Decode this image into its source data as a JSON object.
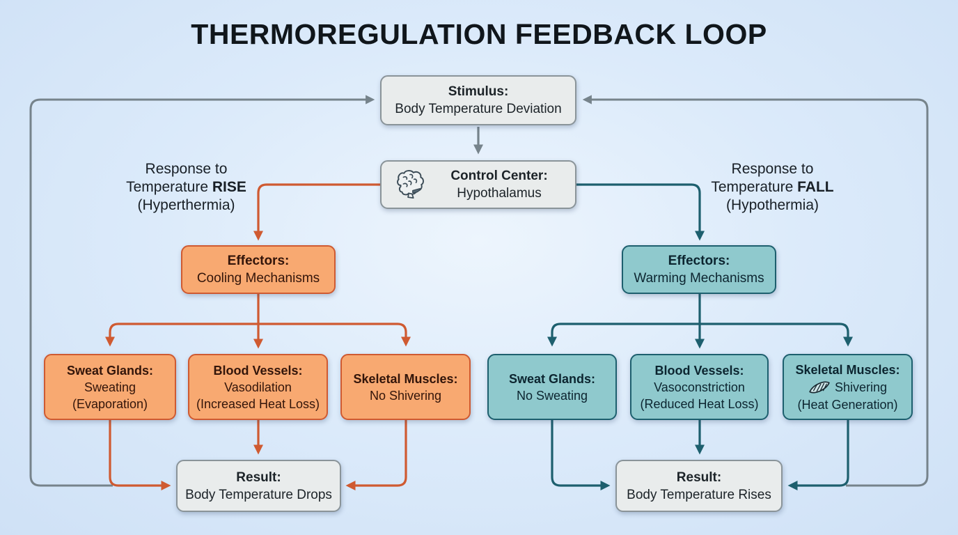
{
  "title": "THERMOREGULATION FEEDBACK LOOP",
  "palette": {
    "hot_fill": "#f8a971",
    "hot_line": "#cf5a31",
    "cold_fill": "#8fc9cd",
    "cold_line": "#1d5f6e",
    "neutral_fill": "#e9ecec",
    "neutral_border": "#8a9499",
    "loop_line": "#76838b",
    "background": "#d9e8f9"
  },
  "labels": {
    "hot": {
      "line1": "Response to",
      "line2_pre": "Temperature ",
      "line2_bold": "RISE",
      "line3": "(Hyperthermia)"
    },
    "cold": {
      "line1": "Response to",
      "line2_pre": "Temperature ",
      "line2_bold": "FALL",
      "line3": "(Hypothermia)"
    }
  },
  "nodes": {
    "stimulus": {
      "title": "Stimulus:",
      "line2": "Body Temperature Deviation"
    },
    "control": {
      "title": "Control Center:",
      "line2": "Hypothalamus",
      "icon": "brain-icon"
    },
    "hot_effectors": {
      "title": "Effectors:",
      "line2": "Cooling Mechanisms"
    },
    "cold_effectors": {
      "title": "Effectors:",
      "line2": "Warming Mechanisms"
    },
    "hot_sweat": {
      "title": "Sweat Glands:",
      "line2": "Sweating",
      "line3": "(Evaporation)"
    },
    "hot_vessels": {
      "title": "Blood Vessels:",
      "line2": "Vasodilation",
      "line3": "(Increased Heat Loss)"
    },
    "hot_muscles": {
      "title": "Skeletal Muscles:",
      "line2": "No Shivering"
    },
    "cold_sweat": {
      "title": "Sweat Glands:",
      "line2": "No Sweating"
    },
    "cold_vessels": {
      "title": "Blood Vessels:",
      "line2": "Vasoconstriction",
      "line3": "(Reduced Heat Loss)"
    },
    "cold_muscles": {
      "title": "Skeletal Muscles:",
      "line2": "Shivering",
      "line3": "(Heat Generation)",
      "icon": "muscle-icon"
    },
    "hot_result": {
      "title": "Result:",
      "line2": "Body Temperature Drops"
    },
    "cold_result": {
      "title": "Result:",
      "line2": "Body Temperature Rises"
    }
  }
}
